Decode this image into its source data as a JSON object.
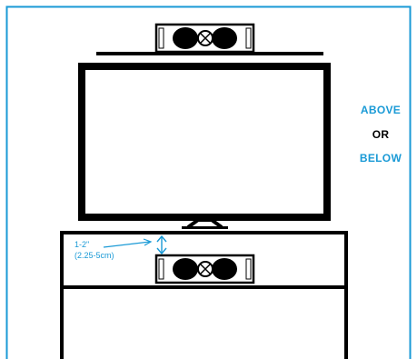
{
  "labels": {
    "above": "ABOVE",
    "or": "OR",
    "below": "BELOW"
  },
  "note": {
    "distance": "1-2\"",
    "distance_metric": "(2.25-5cm)"
  },
  "colors": {
    "accent": "#1a9ad6",
    "line": "#000000",
    "background": "#ffffff"
  }
}
